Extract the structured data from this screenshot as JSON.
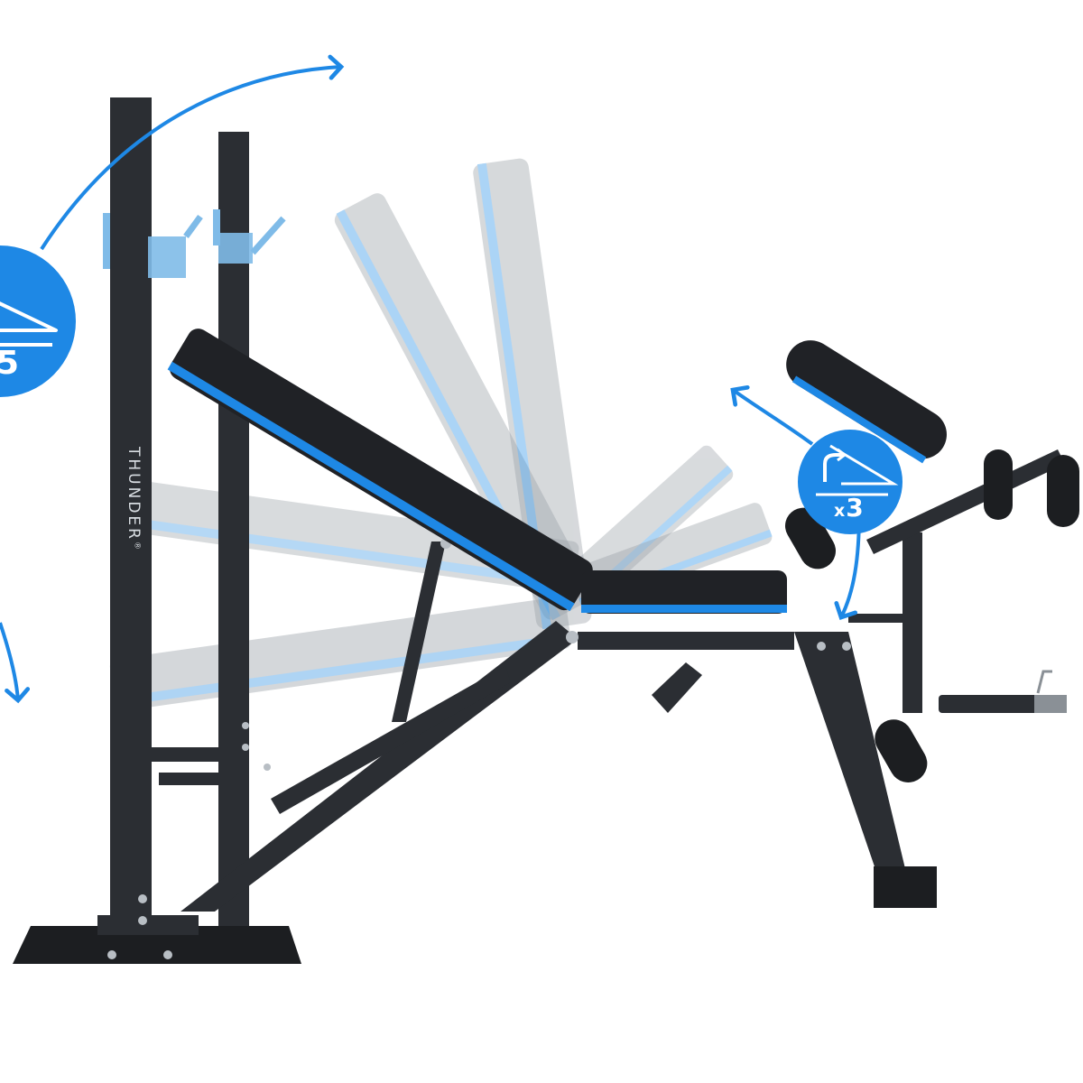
{
  "badges": {
    "left": {
      "count_text": "5"
    },
    "right": {
      "count_prefix": "x",
      "count_value": "3"
    }
  },
  "brand": {
    "label": "THUNDER",
    "registered_mark": "®"
  },
  "colors": {
    "accent_blue": "#1e88e5",
    "frame": "#2b2e33",
    "pad": "#202226",
    "ghost": "#9aa1a8",
    "background": "#ffffff"
  }
}
